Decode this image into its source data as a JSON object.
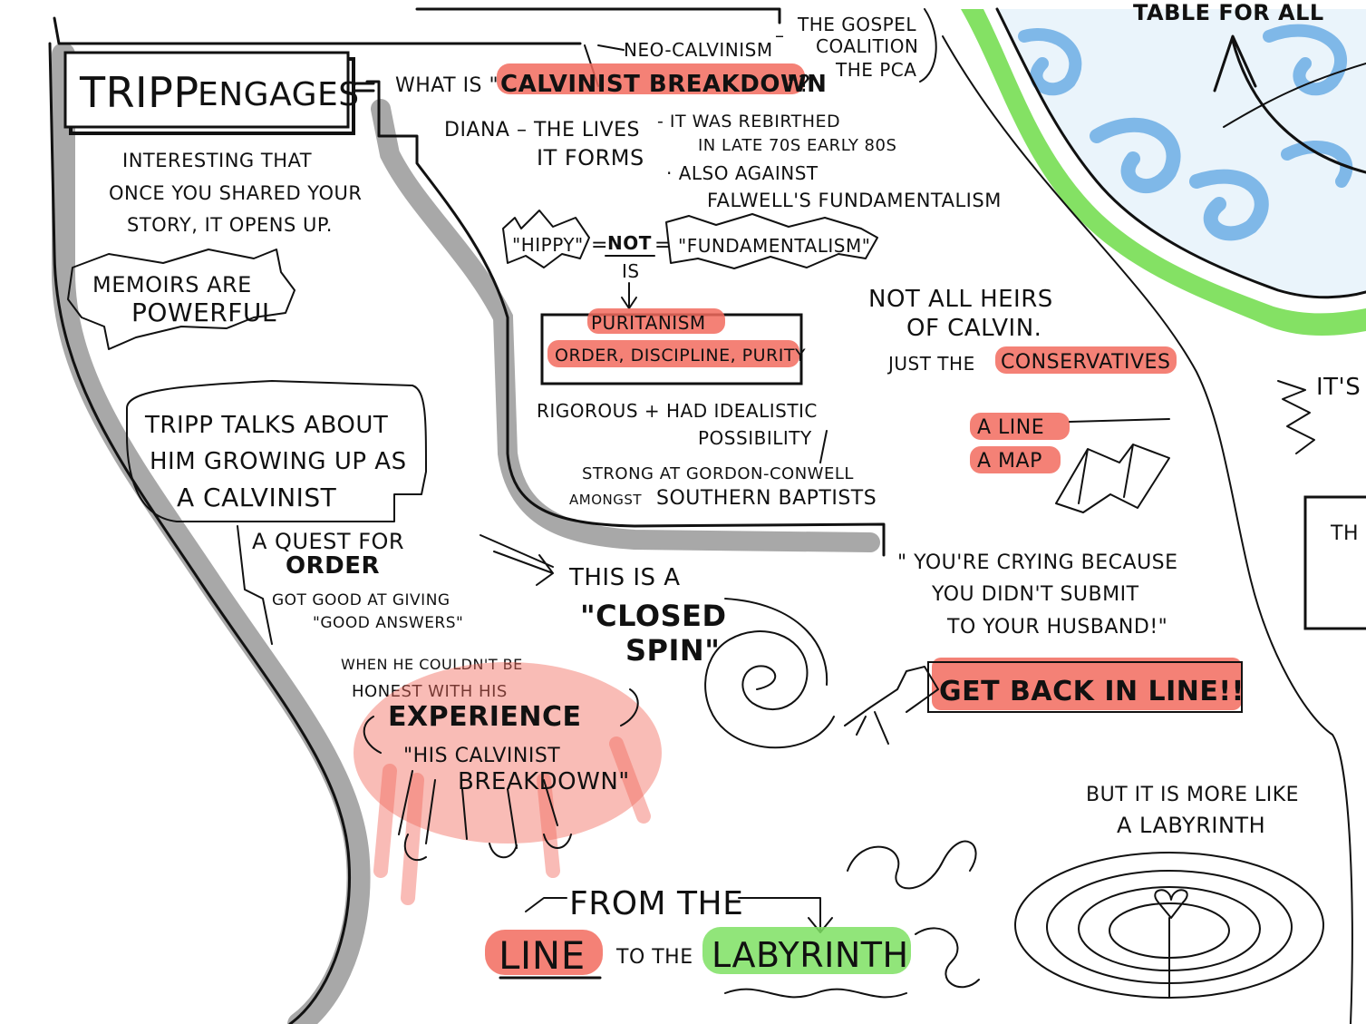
{
  "colors": {
    "ink": "#111111",
    "highlight_red": "#f26b5e",
    "highlight_green": "#7ee063",
    "shadow_gray": "#a8a8a8",
    "water_blue": "#7fb8e8",
    "grass_green": "#7ddf5c"
  },
  "header": {
    "title_tripp": "TRIPP",
    "title_engages": "ENGAGES",
    "top_right_fragment": "TABLE FOR ALL"
  },
  "definition": {
    "neo_calvinism": "NEO-CALVINISM",
    "dash": "–",
    "gospel_coalition_1": "THE GOSPEL",
    "gospel_coalition_2": "COALITION",
    "pca": "THE PCA",
    "question_prefix": "WHAT IS \"",
    "question_highlight": "CALVINIST BREAKDOWN",
    "question_suffix": "\"?",
    "diana_1": "DIANA – THE LIVES",
    "diana_2": "IT FORMS",
    "rebirthed_1": "- IT WAS REBIRTHED",
    "rebirthed_2": "IN LATE 70s EARLY 80s",
    "against_1": "· ALSO AGAINST",
    "against_2": "FALWELL'S FUNDAMENTALISM",
    "hippy": "\"HIPPY\"",
    "equals": "=",
    "not": "NOT",
    "is": "IS",
    "fundamentalism": "\"FUNDAMENTALISM\"",
    "puritanism": "PURITANISM",
    "order_discipline": "ORDER, DISCIPLINE, PURITY",
    "rigorous_1": "RIGOROUS + HAD IDEALISTIC",
    "rigorous_2": "POSSIBILITY",
    "strong_1": "STRONG AT GORDON-CONWELL",
    "strong_2a": "AMONGST",
    "strong_2b": "SOUTHERN BAPTISTS"
  },
  "left": {
    "interesting_1": "INTERESTING THAT",
    "interesting_2": "ONCE YOU SHARED YOUR",
    "interesting_3": "STORY, IT OPENS UP.",
    "memoirs_1": "MEMOIRS ARE",
    "memoirs_2": "POWERFUL",
    "tripp_talks_1": "TRIPP TALKS ABOUT",
    "tripp_talks_2": "HIM GROWING UP AS",
    "tripp_talks_3": "A CALVINIST",
    "quest_1": "A QUEST FOR",
    "quest_2": "ORDER",
    "good_answers_1": "GOT GOOD AT GIVING",
    "good_answers_2": "\"GOOD ANSWERS\"",
    "honest_1": "WHEN HE COULDN'T BE",
    "honest_2": "HONEST WITH HIS",
    "experience": "EXPERIENCE",
    "his_calvinist": "\"HIS CALVINIST",
    "breakdown": "BREAKDOWN\""
  },
  "middle": {
    "this_is_a": "THIS IS A",
    "closed": "\"CLOSED",
    "spin": "SPIN\""
  },
  "right": {
    "heirs_1": "NOT ALL HEIRS",
    "heirs_2": "OF CALVIN.",
    "heirs_3a": "JUST THE",
    "heirs_3b": "CONSERVATIVES",
    "a_line": "A LINE",
    "a_map": "A MAP",
    "crying_1": "\" YOU'RE CRYING BECAUSE",
    "crying_2": "YOU DIDN'T SUBMIT",
    "crying_3": "TO YOUR HUSBAND!\"",
    "get_back": "GET BACK IN LINE!!",
    "its_fragment": "IT'S",
    "th_fragment": "TH"
  },
  "bottom": {
    "from_the": "FROM THE",
    "line": "LINE",
    "to_the": "TO THE",
    "labyrinth": "LABYRINTH",
    "more_like_1": "BUT IT IS MORE LIKE",
    "more_like_2": "A LABYRINTH"
  }
}
